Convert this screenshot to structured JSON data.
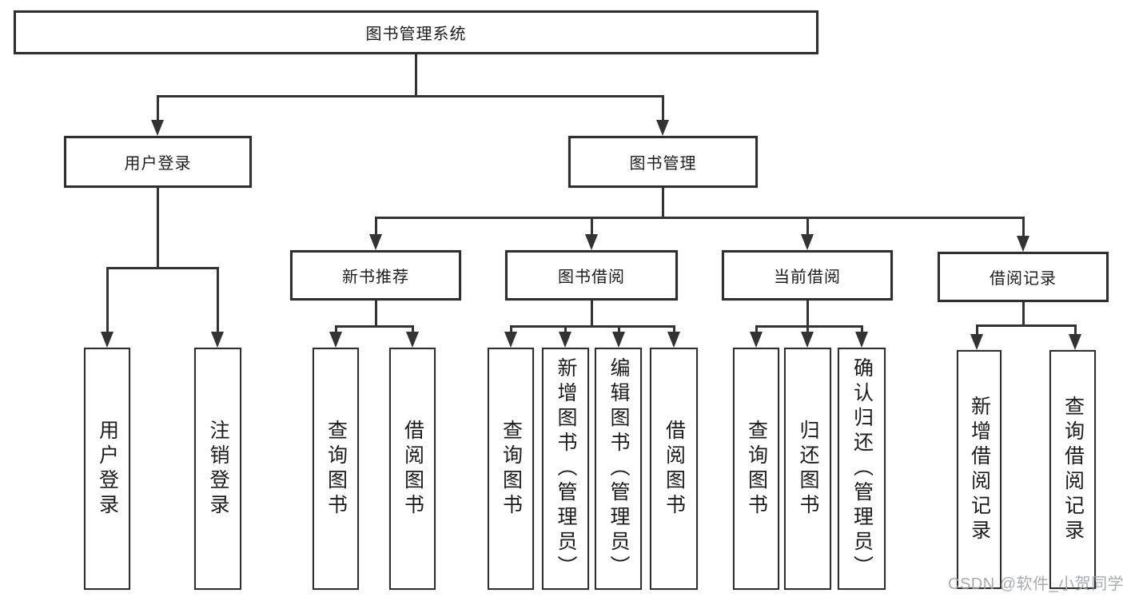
{
  "tree": {
    "root": {
      "label": "图书管理系统"
    },
    "children": [
      {
        "label": "用户登录",
        "children": [
          {
            "label": "用户登录"
          },
          {
            "label": "注销登录"
          }
        ]
      },
      {
        "label": "图书管理",
        "children": [
          {
            "label": "新书推荐",
            "children": [
              {
                "label": "查询图书"
              },
              {
                "label": "借阅图书"
              }
            ]
          },
          {
            "label": "图书借阅",
            "children": [
              {
                "label": "查询图书"
              },
              {
                "label": "新增图书（管理员）"
              },
              {
                "label": "编辑图书（管理员）"
              },
              {
                "label": "借阅图书"
              }
            ]
          },
          {
            "label": "当前借阅",
            "children": [
              {
                "label": "查询图书"
              },
              {
                "label": "归还图书"
              },
              {
                "label": "确认归还（管理员）"
              }
            ]
          },
          {
            "label": "借阅记录",
            "children": [
              {
                "label": "新增借阅记录"
              },
              {
                "label": "查询借阅记录"
              }
            ]
          }
        ]
      }
    ]
  },
  "watermark": {
    "text": "CSDN @软件_小贺同学"
  },
  "colors": {
    "line": "#333333",
    "box_border": "#2f2f2f",
    "text": "#1c1c1c",
    "watermark": "#9ea3a8",
    "background": "#ffffff"
  }
}
